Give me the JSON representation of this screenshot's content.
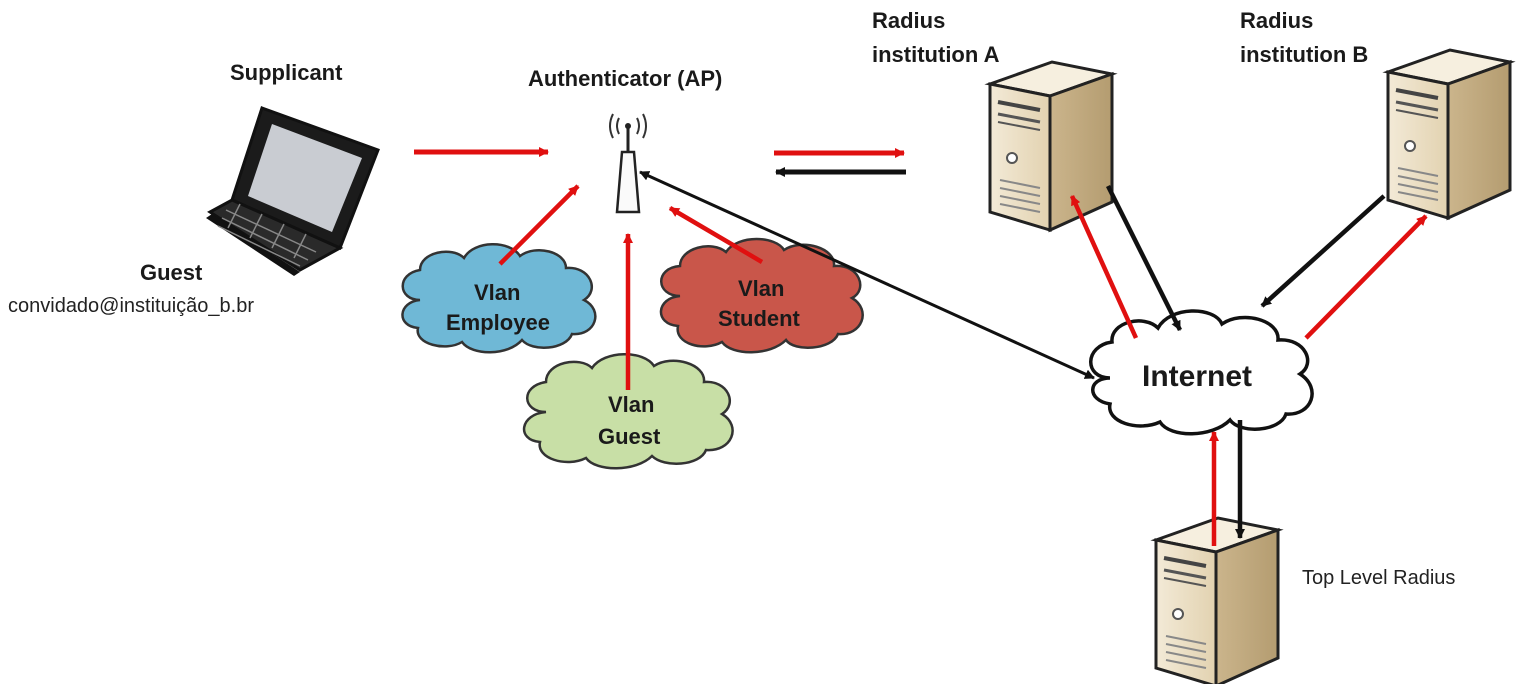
{
  "labels": {
    "supplicant": "Supplicant",
    "authenticator": "Authenticator (AP)",
    "radius_a_line1": "Radius",
    "radius_a_line2": "institution A",
    "radius_b_line1": "Radius",
    "radius_b_line2": "institution B",
    "guest_title": "Guest",
    "guest_email": "convidado@instituição_b.br",
    "top_level": "Top Level Radius"
  },
  "clouds": {
    "employee": {
      "line1": "Vlan",
      "line2": "Employee",
      "color": "#6fb8d6"
    },
    "student": {
      "line1": "Vlan",
      "line2": "Student",
      "color": "#c9564a"
    },
    "guest": {
      "line1": "Vlan",
      "line2": "Guest",
      "color": "#c8dfa6"
    },
    "internet": {
      "label": "Internet",
      "color": "#ffffff"
    }
  },
  "colors": {
    "request_arrow": "#e01010",
    "response_arrow": "#111111",
    "server_body": "#e9dcc2"
  },
  "icons": {
    "laptop": "laptop-icon",
    "access_point": "wireless-access-point-icon",
    "server": "server-tower-icon"
  }
}
